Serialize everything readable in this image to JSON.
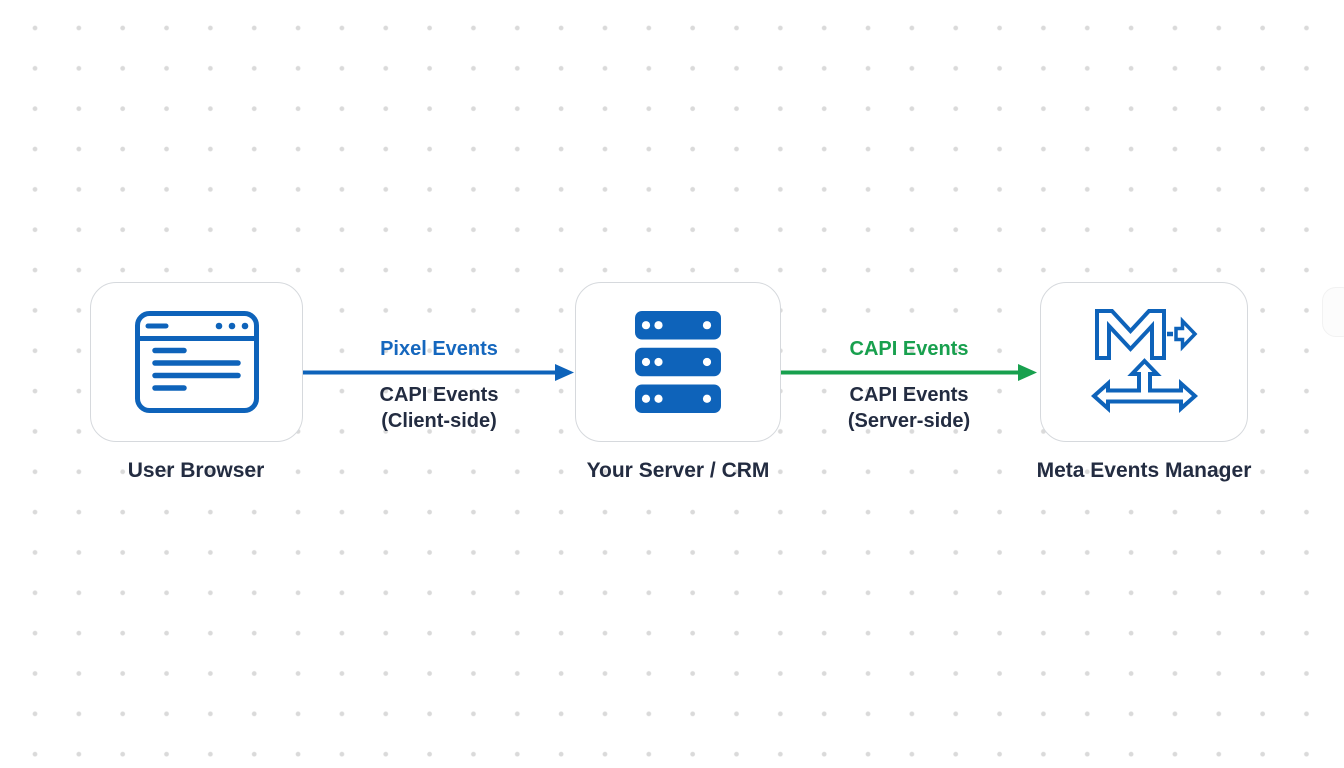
{
  "colors": {
    "blue": "#0E63BA",
    "blue-text": "#1567BE",
    "green": "#18A04E",
    "ink": "#232C41",
    "card-border": "#D6D9DD",
    "card-bg": "#FFFFFF",
    "dot": "#DADADA",
    "bg": "#FFFFFF"
  },
  "nodes": {
    "browser": {
      "label": "User Browser",
      "icon": "browser-window-icon"
    },
    "server": {
      "label": "Your Server / CRM",
      "icon": "server-stack-icon"
    },
    "meta": {
      "label": "Meta Events Manager",
      "icon": "meta-events-manager-icon"
    }
  },
  "edges": {
    "pixel": {
      "top_label": "Pixel Events",
      "bottom_line1": "CAPI Events",
      "bottom_line2": "(Client-side)",
      "color": "#0E63BA",
      "direction": "browser-to-server"
    },
    "capi": {
      "top_label": "CAPI Events",
      "bottom_line1": "CAPI Events",
      "bottom_line2": "(Server-side)",
      "color": "#18A04E",
      "direction": "server-to-meta"
    }
  }
}
